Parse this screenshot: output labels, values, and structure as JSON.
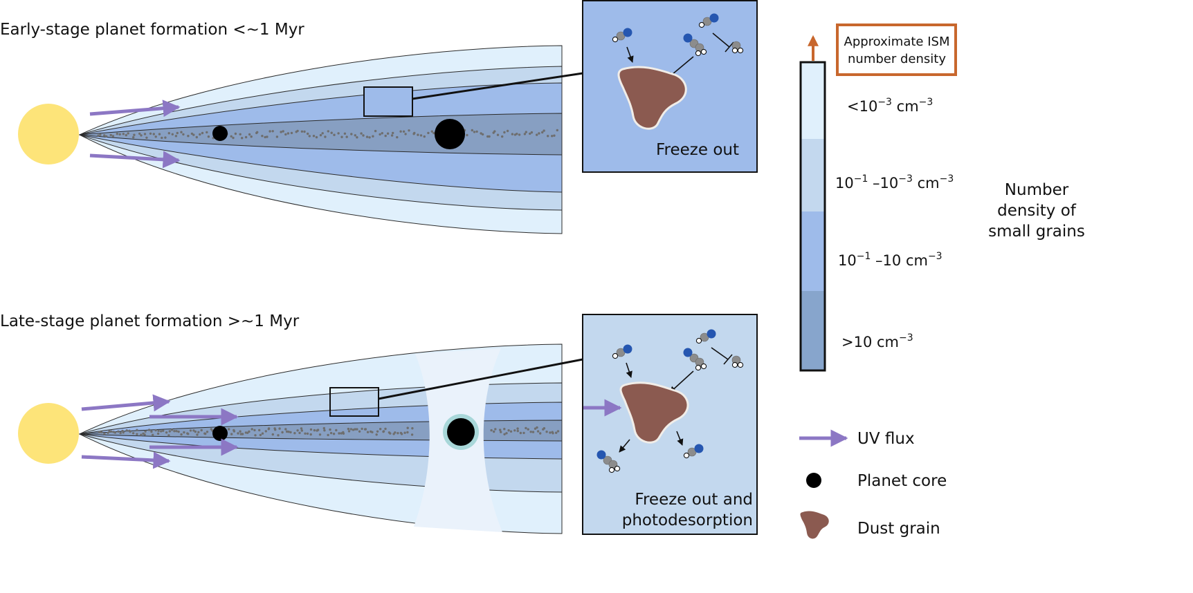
{
  "panels": {
    "early": {
      "title": "Early-stage planet formation <~1 Myr",
      "inset_caption": "Freeze out"
    },
    "late": {
      "title": "Late-stage planet formation >~1 Myr",
      "inset_caption_line1": "Freeze out and",
      "inset_caption_line2": "photodesorption"
    }
  },
  "density_scale": {
    "ism_label_line1": "Approximate ISM",
    "ism_label_line2": "number density",
    "title_line1": "Number",
    "title_line2": "density of",
    "title_line3": "small grains",
    "bands": [
      {
        "base": "<10",
        "exp": "−3",
        "unit": " cm",
        "unit_exp": "−3",
        "color": "#e0f0fc"
      },
      {
        "base": "10",
        "exp": "−1",
        "mid": " –10",
        "mid_exp": "−3",
        "unit": " cm",
        "unit_exp": "−3",
        "color": "#c3d8ee"
      },
      {
        "base": "10",
        "exp": "−1",
        "mid": " –10 cm",
        "mid_exp": "−3",
        "color": "#9ebbea"
      },
      {
        "base": ">10 cm",
        "exp": "−3",
        "color": "#87a5cc"
      }
    ]
  },
  "legend": {
    "uv_flux": "UV flux",
    "planet_core": "Planet core",
    "dust_grain": "Dust grain"
  },
  "colors": {
    "star": "#fde479",
    "uv_arrow": "#8c77c4",
    "dust_grain": "#8b5a50",
    "ism_box": "#c8672d",
    "molecule_carbon": "#8c8c8c",
    "molecule_oxygen": "#2556b0",
    "midplane": "#879fc2",
    "gap": "#eaf2fb",
    "inset_early_bg": "#9ebbea",
    "inset_late_bg": "#c3d8ee"
  }
}
